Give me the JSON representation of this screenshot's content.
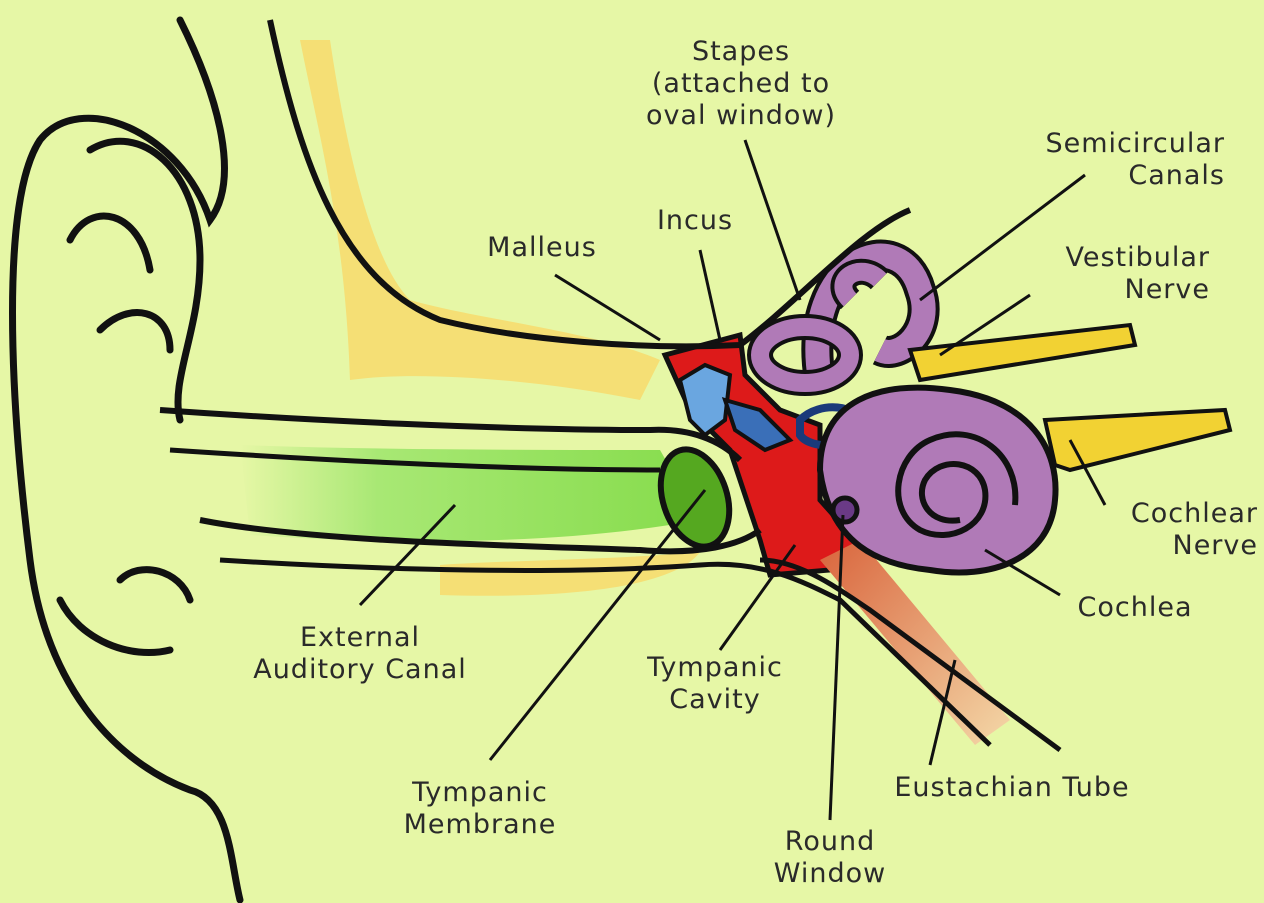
{
  "colors": {
    "background": "#e6f7a6",
    "outline": "#111111",
    "bone_yellow": "#f5df75",
    "canal_green": "#8fdf55",
    "membrane_green": "#55a820",
    "ossicle_blue": "#6aa6e0",
    "middle_ear_red": "#dd1a1a",
    "cochlea_purple": "#b07ab7",
    "nerve_yellow": "#f2d233",
    "eustachian_orange": "#d9643c"
  },
  "labels": {
    "stapes": [
      "Stapes",
      "(attached to",
      "oval window)"
    ],
    "semicircular_canals": [
      "Semicircular",
      "Canals"
    ],
    "incus": [
      "Incus"
    ],
    "malleus": [
      "Malleus"
    ],
    "vestibular_nerve": [
      "Vestibular",
      "Nerve"
    ],
    "cochlear_nerve": [
      "Cochlear",
      "Nerve"
    ],
    "cochlea": [
      "Cochlea"
    ],
    "external_auditory_canal": [
      "External",
      "Auditory Canal"
    ],
    "tympanic_cavity": [
      "Tympanic",
      "Cavity"
    ],
    "tympanic_membrane": [
      "Tympanic",
      "Membrane"
    ],
    "round_window": [
      "Round",
      "Window"
    ],
    "eustachian_tube": [
      "Eustachian Tube"
    ]
  }
}
